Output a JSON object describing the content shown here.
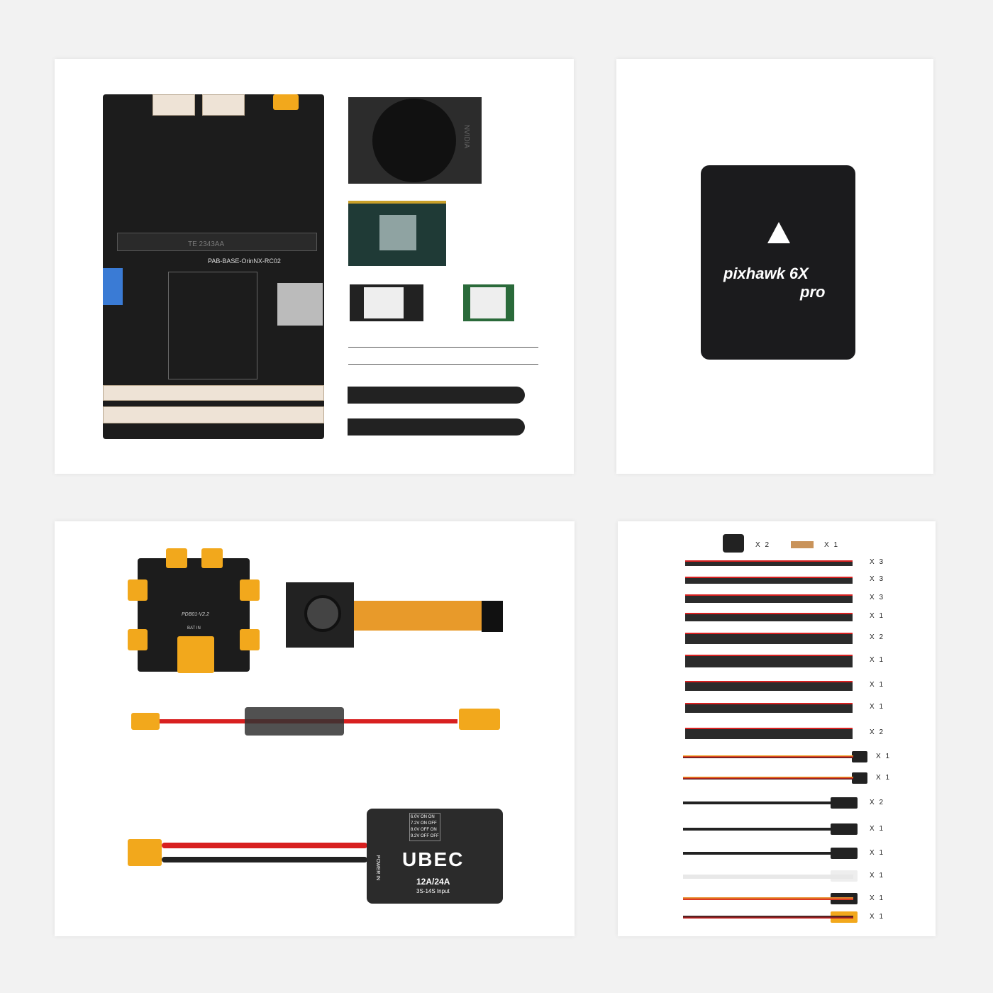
{
  "colors": {
    "background": "#f2f2f2",
    "panel": "#ffffff",
    "pcb": "#1c1c1c",
    "connector_yellow": "#f2a81c",
    "cable_red": "#d82020",
    "flex_orange": "#e89a2a"
  },
  "panel1": {
    "board_label": "PAB-BASE-OrinNX-RC02",
    "te_label": "TE 2343AA",
    "fan_brand": "NVIDIA"
  },
  "panel2": {
    "logo_text": "pixhawk 6X",
    "logo_sub": "pro"
  },
  "panel3": {
    "pdb_label": "PDB01-V2.2",
    "bat_in": "BAT IN",
    "ubec_title": "UBEC",
    "ubec_rating": "12A/24A",
    "ubec_input": "3S-14S Input",
    "ubec_power_in": "POWER IN",
    "ubec_table": [
      "6.0V ON ON",
      "7.2V ON OFF",
      "8.0V OFF ON",
      "9.2V OFF OFF"
    ]
  },
  "panel4": {
    "top_items": [
      {
        "name": "connector-case",
        "qty": "X 2"
      },
      {
        "name": "header-strip",
        "qty": "X 1"
      }
    ],
    "cables": [
      {
        "type": "ribbon",
        "qty": "X 3"
      },
      {
        "type": "ribbon",
        "qty": "X 3"
      },
      {
        "type": "ribbon",
        "qty": "X 3"
      },
      {
        "type": "ribbon",
        "qty": "X 1"
      },
      {
        "type": "ribbon",
        "qty": "X 2"
      },
      {
        "type": "ribbon",
        "qty": "X 1"
      },
      {
        "type": "ribbon",
        "qty": "X 1"
      },
      {
        "type": "ribbon",
        "qty": "X 1"
      },
      {
        "type": "ribbon",
        "qty": "X 2"
      },
      {
        "type": "servo",
        "qty": "X 1"
      },
      {
        "type": "servo",
        "qty": "X 1"
      },
      {
        "type": "usb-a",
        "qty": "X 2"
      },
      {
        "type": "rj45",
        "qty": "X 1"
      },
      {
        "type": "xt30-dc",
        "qty": "X 1"
      },
      {
        "type": "usb-c",
        "qty": "X 1"
      },
      {
        "type": "servo-servo",
        "qty": "X 1"
      },
      {
        "type": "xt30-xt30",
        "qty": "X 1"
      }
    ]
  }
}
